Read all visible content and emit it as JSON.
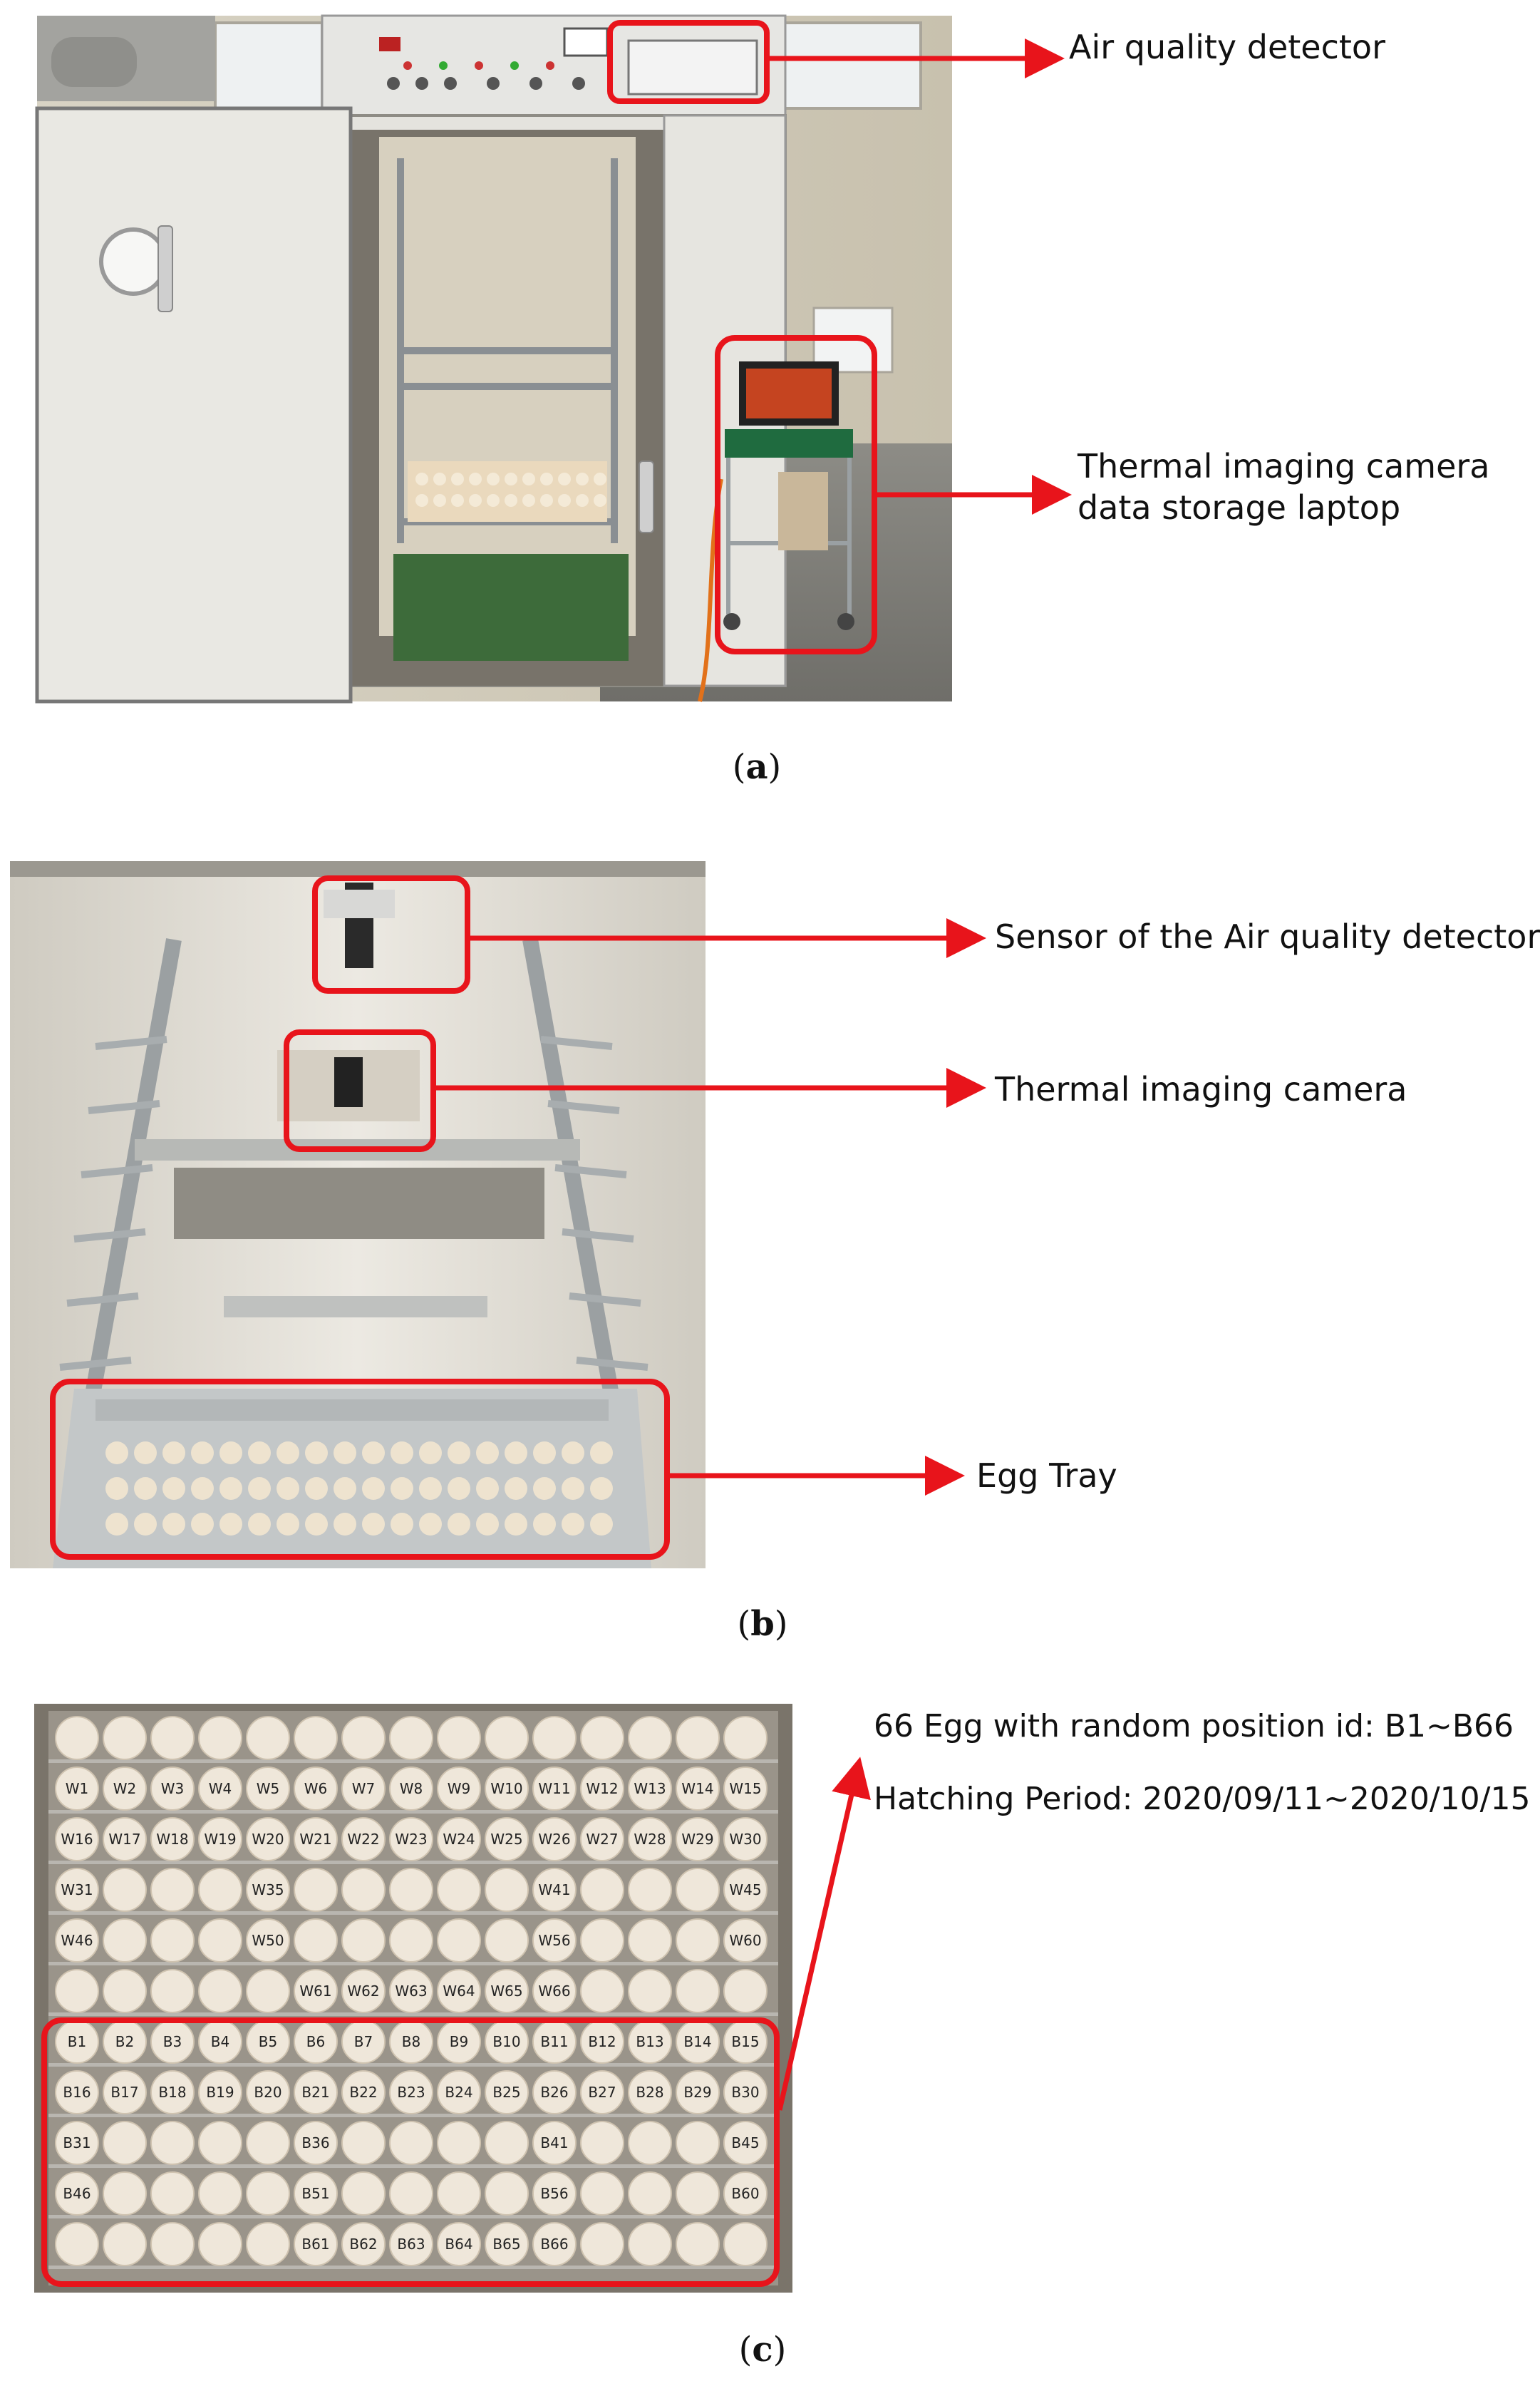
{
  "panels": {
    "a": {
      "caption_letter": "a",
      "callouts": {
        "air_quality_detector": "Air quality detector",
        "laptop_line1": "Thermal imaging camera",
        "laptop_line2": "data storage laptop"
      }
    },
    "b": {
      "caption_letter": "b",
      "callouts": {
        "sensor": "Sensor of the Air quality detector",
        "camera": "Thermal imaging camera",
        "egg_tray": "Egg Tray"
      }
    },
    "c": {
      "caption_letter": "c",
      "info_line1": "66 Egg with random position id: B1~B66",
      "info_line2": "Hatching Period: 2020/09/11~2020/10/15",
      "white_rows": [
        [
          "W1",
          "W2",
          "W3",
          "W4",
          "W5",
          "W6",
          "W7",
          "W8",
          "W9",
          "W10",
          "W11",
          "W12",
          "W13",
          "W14",
          "W15"
        ],
        [
          "W16",
          "W17",
          "W18",
          "W19",
          "W20",
          "W21",
          "W22",
          "W23",
          "W24",
          "W25",
          "W26",
          "W27",
          "W28",
          "W29",
          "W30"
        ],
        [
          "W31",
          "",
          "",
          "",
          "W35",
          "",
          "",
          "",
          "",
          "",
          "W41",
          "",
          "",
          "",
          "W45"
        ],
        [
          "W46",
          "",
          "",
          "",
          "W50",
          "",
          "",
          "",
          "",
          "",
          "W56",
          "",
          "",
          "",
          "W60"
        ],
        [
          "",
          "",
          "",
          "",
          "",
          "W61",
          "W62",
          "W63",
          "W64",
          "W65",
          "W66",
          "",
          "",
          "",
          ""
        ]
      ],
      "blue_rows": [
        [
          "B1",
          "B2",
          "B3",
          "B4",
          "B5",
          "B6",
          "B7",
          "B8",
          "B9",
          "B10",
          "B11",
          "B12",
          "B13",
          "B14",
          "B15"
        ],
        [
          "B16",
          "B17",
          "B18",
          "B19",
          "B20",
          "B21",
          "B22",
          "B23",
          "B24",
          "B25",
          "B26",
          "B27",
          "B28",
          "B29",
          "B30"
        ],
        [
          "B31",
          "",
          "",
          "",
          "",
          "B36",
          "",
          "",
          "",
          "",
          "B41",
          "",
          "",
          "",
          "B45"
        ],
        [
          "B46",
          "",
          "",
          "",
          "",
          "B51",
          "",
          "",
          "",
          "",
          "B56",
          "",
          "",
          "",
          "B60"
        ],
        [
          "",
          "",
          "",
          "",
          "",
          "B61",
          "B62",
          "B63",
          "B64",
          "B65",
          "B66",
          "",
          "",
          "",
          ""
        ]
      ]
    }
  },
  "colors": {
    "callout_red": "#e8141b"
  }
}
